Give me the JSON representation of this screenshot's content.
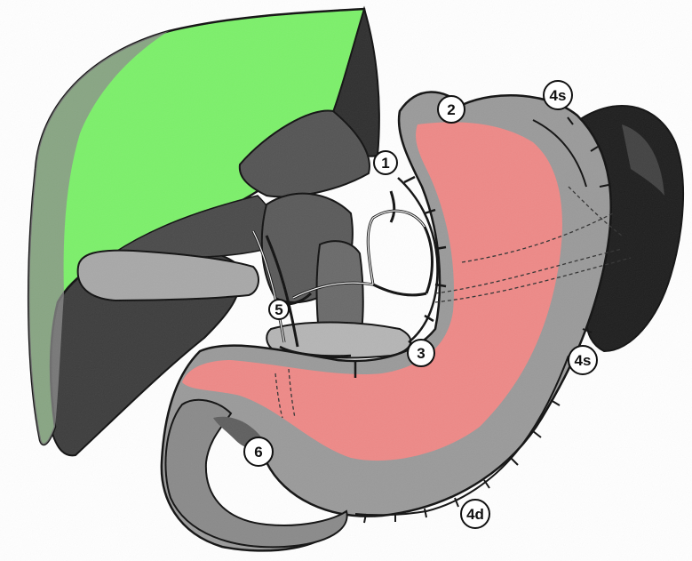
{
  "figure": {
    "colors": {
      "liver_highlight": "#7cf06a",
      "stomach_highlight": "#f28886",
      "organ_gray": "#9a9a9a",
      "organ_dark": "#3a3a3a",
      "spleen_dark": "#1e1e1e",
      "outline": "#111111"
    },
    "stations": [
      {
        "id": "1",
        "label": "1"
      },
      {
        "id": "2",
        "label": "2"
      },
      {
        "id": "3",
        "label": "3"
      },
      {
        "id": "4s-top",
        "label": "4s"
      },
      {
        "id": "4s-right",
        "label": "4s"
      },
      {
        "id": "4d",
        "label": "4d"
      },
      {
        "id": "5",
        "label": "5"
      },
      {
        "id": "6",
        "label": "6"
      }
    ]
  }
}
